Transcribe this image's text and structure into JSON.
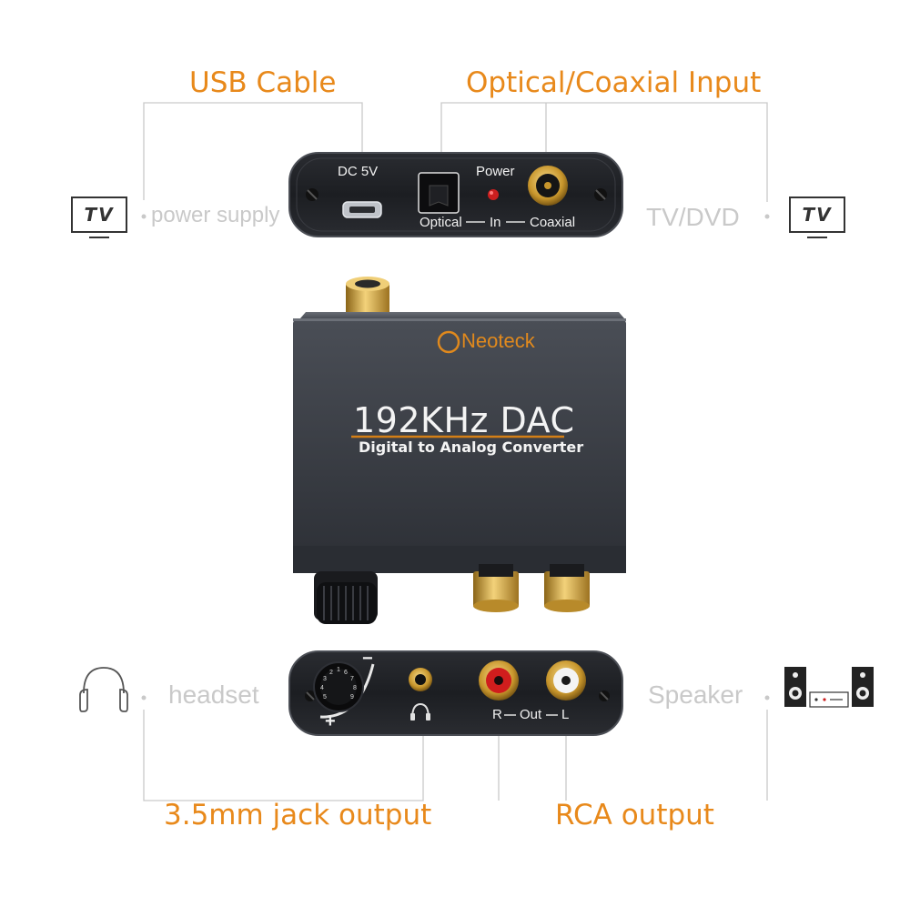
{
  "callouts": {
    "usb_cable": "USB Cable",
    "optical_coaxial_input": "Optical/Coaxial Input",
    "jack_output": "3.5mm jack output",
    "rca_output": "RCA output"
  },
  "side_labels": {
    "power_supply": "power supply",
    "tv_dvd": "TV/DVD",
    "headset": "headset",
    "speaker": "Speaker"
  },
  "tv_icon_text": "TV",
  "back_panel": {
    "dc_label": "DC 5V",
    "power_label": "Power",
    "optical_label": "Optical",
    "in_label": "In",
    "coaxial_label": "Coaxial"
  },
  "device_front": {
    "brand": "Neoteck",
    "model": "192KHz DAC",
    "subtitle": "Digital to Analog Converter"
  },
  "front_panel": {
    "knob_numbers": [
      "1",
      "2",
      "3",
      "4",
      "5",
      "6",
      "7",
      "8",
      "9"
    ],
    "minus": "−",
    "plus": "+",
    "r_label": "R",
    "out_label": "Out",
    "l_label": "L"
  },
  "colors": {
    "accent": "#e8891b",
    "muted_label": "#c9c9c9",
    "device_body": "#3a3d44",
    "gold": "#d4a437",
    "power_led": "#cc1f1f",
    "rca_red": "#d01d1d"
  },
  "icons": [
    "tv-icon",
    "headphones-icon",
    "speaker-system-icon",
    "knurled-knob",
    "rca-jack",
    "headphone-jack"
  ]
}
